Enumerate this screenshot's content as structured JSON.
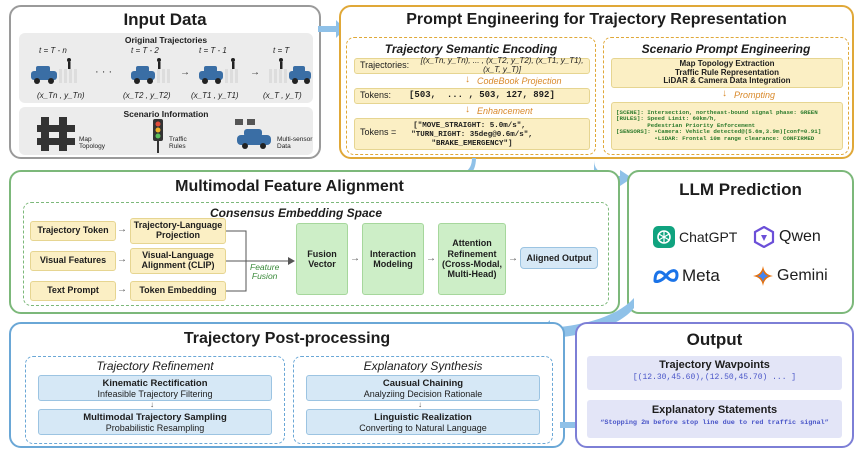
{
  "colors": {
    "input_border": "#9a9a9a",
    "prompt_border": "#e0a838",
    "align_border": "#7cb87a",
    "llm_border": "#7cb87a",
    "post_border": "#6aa7d6",
    "output_border": "#7d7fd6",
    "flow_arrow": "#8fc1e8"
  },
  "input_data": {
    "title": "Input Data",
    "original_trajectories_label": "Original Trajectories",
    "time_labels": [
      "t = T - n",
      "t = T - 2",
      "t = T - 1",
      "t = T"
    ],
    "ellipsis": "· · ·",
    "coord_labels": [
      "(x_Tn , y_Tn)",
      "(x_T2 , y_T2)",
      "(x_T1 , y_T1)",
      "(x_T , y_T)"
    ],
    "scenario_label": "Scenario Information",
    "items": [
      {
        "icon": "map-icon",
        "label": "Map\nTopology"
      },
      {
        "icon": "traffic-light-icon",
        "label": "Traffic\nRules"
      },
      {
        "icon": "sensor-car-icon",
        "label": "Multi-sensor\nData"
      }
    ]
  },
  "prompt_engineering": {
    "title": "Prompt Engineering for Trajectory Representation",
    "semantic_encoding": {
      "title": "Trajectory Semantic Encoding",
      "trajectories_label": "Trajectories:",
      "trajectories_value": "[(x_Tn, y_Tn), ... , (x_T2, y_T2), (x_T1, y_T1), (x_T, y_T)]",
      "codebook_label": "CodeBook Projection",
      "tokens_label": "Tokens:",
      "tokens_value": "[503,  ... , 503, 127, 892]",
      "enhancement_label": "Enhancement",
      "tokens2_label": "Tokens =",
      "tokens2_lines": [
        "[\"MOVE_STRAIGHT: 5.0m/s\",",
        "\"TURN_RIGHT: 35deg@0.6m/s\",",
        "\"BRAKE_EMERGENCY\"]"
      ]
    },
    "scenario_prompt": {
      "title": "Scenario Prompt Engineering",
      "items": [
        "Map Topology Extraction",
        "Traffic Rule Representation",
        "LiDAR & Camera Data Integration"
      ],
      "prompting_label": "Prompting",
      "lines": [
        "[SCENE]: Intersection, northeast-bound signal phase: GREEN",
        "[RULES]: Speed Limit: 60km/h,",
        "         Pedestrian Priority Enforcement",
        "[SENSORS]: •Camera: Vehicle detected@(5.6m,3.9m)[conf=0.91]",
        "           •LiDAR: Frontal 10m range clearance: CONFIRMED"
      ]
    }
  },
  "alignment": {
    "title": "Multimodal Feature Alignment",
    "space_title": "Consensus Embedding Space",
    "inputs": [
      "Trajectory Token",
      "Visual Features",
      "Text Prompt"
    ],
    "projections": [
      "Trajectory-Language\nProjection",
      "Visual-Language\nAlignment (CLIP)",
      "Token Embedding"
    ],
    "feature_fusion_label": "Feature\nFusion",
    "stages": [
      "Fusion\nVector",
      "Interaction\nModeling",
      "Attention\nRefinement\n(Cross-Modal,\nMulti-Head)"
    ],
    "aligned_output": "Aligned Output"
  },
  "llm": {
    "title": "LLM Prediction",
    "models": [
      {
        "name": "ChatGPT",
        "icon": "chatgpt-icon"
      },
      {
        "name": "Qwen",
        "icon": "qwen-icon"
      },
      {
        "name": "Meta",
        "icon": "meta-icon"
      },
      {
        "name": "Gemini",
        "icon": "gemini-icon"
      }
    ]
  },
  "post": {
    "title": "Trajectory Post-processing",
    "refinement": {
      "title": "Trajectory Refinement",
      "items": [
        {
          "head": "Kinematic Rectification",
          "sub": "Infeasible Trajectory Filtering"
        },
        {
          "head": "Multimodal Trajectory Sampling",
          "sub": "Probabilistic Resampling"
        }
      ]
    },
    "synthesis": {
      "title": "Explanatory Synthesis",
      "items": [
        {
          "head": "Causual Chaining",
          "sub": "Analyziing Decision Rationale"
        },
        {
          "head": "Linguistic Realization",
          "sub": "Converting to Natural Language"
        }
      ]
    }
  },
  "output": {
    "title": "Output",
    "waypoints_title": "Trajectory Wavpoints",
    "waypoints_value": "[(12.30,45.60),(12.50,45.70) ... ]",
    "statements_title": "Explanatory Statements",
    "statements_value": "“Stopping 2m before stop line due to red traffic signal”"
  }
}
